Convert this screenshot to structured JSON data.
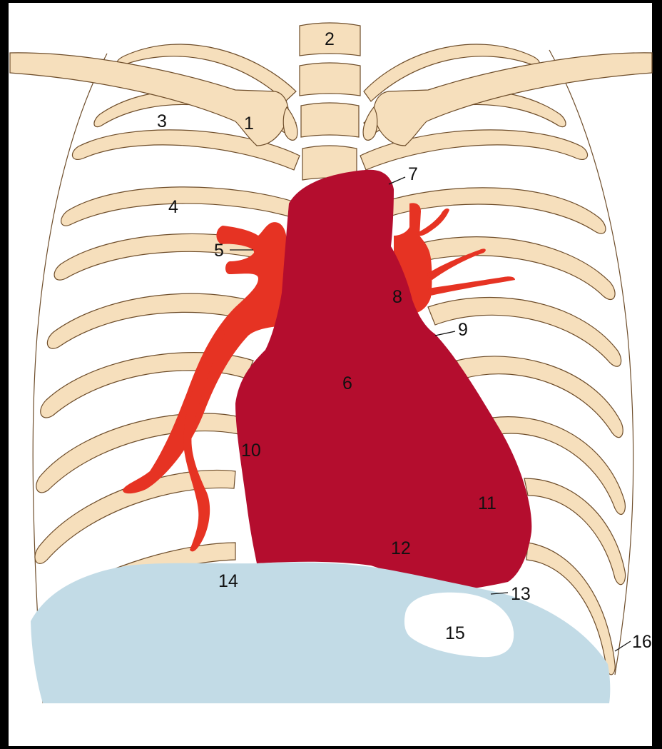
{
  "diagram": {
    "colors": {
      "background": "#000000",
      "canvas": "#ffffff",
      "bone": "#f6dfbc",
      "bone_outline": "#6e4d2a",
      "heart": "#b40d2e",
      "vessels": "#e63323",
      "diaphragm": "#c2dbe6",
      "gastric_bubble": "#ffffff"
    },
    "labels": {
      "l1": "1",
      "l2": "2",
      "l3": "3",
      "l4": "4",
      "l5": "5",
      "l6": "6",
      "l7": "7",
      "l8": "8",
      "l9": "9",
      "l10": "10",
      "l11": "11",
      "l12": "12",
      "l13": "13",
      "l14": "14",
      "l15": "15",
      "l16": "16"
    }
  }
}
